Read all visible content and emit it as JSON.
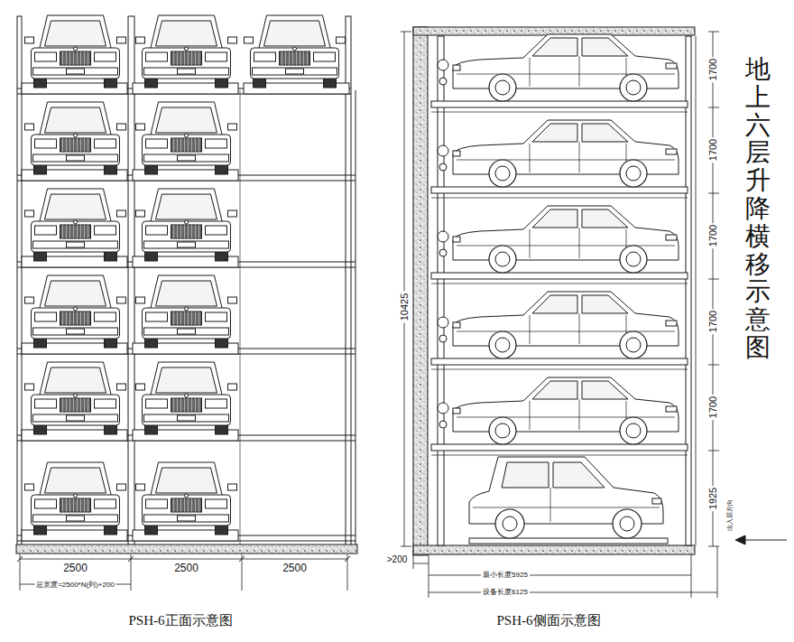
{
  "diagram": {
    "title": "地上六层升降横移示意图",
    "labels": [
      "2500",
      "2500",
      "2500",
      "总宽度=2500*N(列)+200",
      "PSH-6正面示意图",
      "10425",
      "1700",
      "1700",
      "1700",
      "1700",
      "1700",
      "1925",
      "出入层方向",
      ">200",
      "最小长度5925",
      "设备长度6125",
      "PSH-6侧面示意图"
    ]
  }
}
